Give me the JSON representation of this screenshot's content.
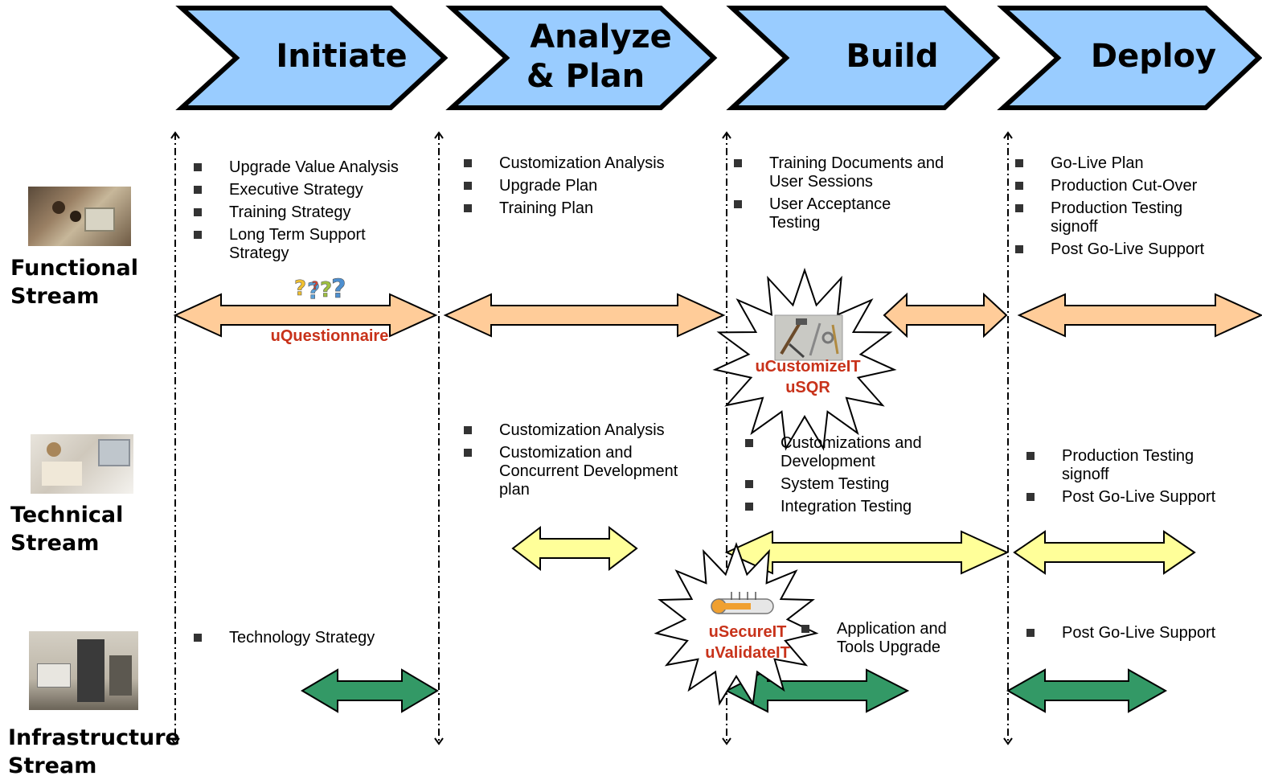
{
  "phases": [
    {
      "name": "Initiate"
    },
    {
      "name": "Analyze & Plan",
      "line1": "Analyze",
      "line2": "& Plan"
    },
    {
      "name": "Build"
    },
    {
      "name": "Deploy"
    }
  ],
  "streams": [
    {
      "line1": "Functional",
      "line2": "Stream"
    },
    {
      "line1": "Technical",
      "line2": "Stream"
    },
    {
      "line1": "Infrastructure",
      "line2": "Stream"
    }
  ],
  "functional": {
    "initiate": [
      "Upgrade Value Analysis",
      "Executive Strategy",
      "Training Strategy",
      "Long Term Support Strategy"
    ],
    "analyze": [
      "Customization Analysis",
      "Upgrade Plan",
      "Training Plan"
    ],
    "build": [
      "Training Documents and User Sessions",
      "User Acceptance Testing"
    ],
    "deploy": [
      "Go-Live Plan",
      "Production Cut-Over",
      "Production Testing signoff",
      "Post Go-Live Support"
    ]
  },
  "technical": {
    "analyze": [
      "Customization Analysis",
      "Customization and Concurrent Development plan"
    ],
    "build": [
      "Customizations and Development",
      "System Testing",
      "Integration Testing"
    ],
    "deploy": [
      "Production Testing signoff",
      "Post Go-Live Support"
    ]
  },
  "infrastructure": {
    "initiate": [
      "Technology Strategy"
    ],
    "build": [
      "Application and Tools Upgrade"
    ],
    "deploy": [
      "Post Go-Live Support"
    ]
  },
  "tools": {
    "questionnaire": "uQuestionnaire",
    "customize_line1": "uCustomizeIT",
    "customize_line2": "uSQR",
    "secure_line1": "uSecureIT",
    "secure_line2": "uValidateIT"
  },
  "colors": {
    "phase_fill": "#99ccff",
    "functional_arrow": "#ffcc99",
    "technical_arrow": "#ffff99",
    "infrastructure_arrow": "#339966",
    "tool_label": "#c8321a"
  }
}
